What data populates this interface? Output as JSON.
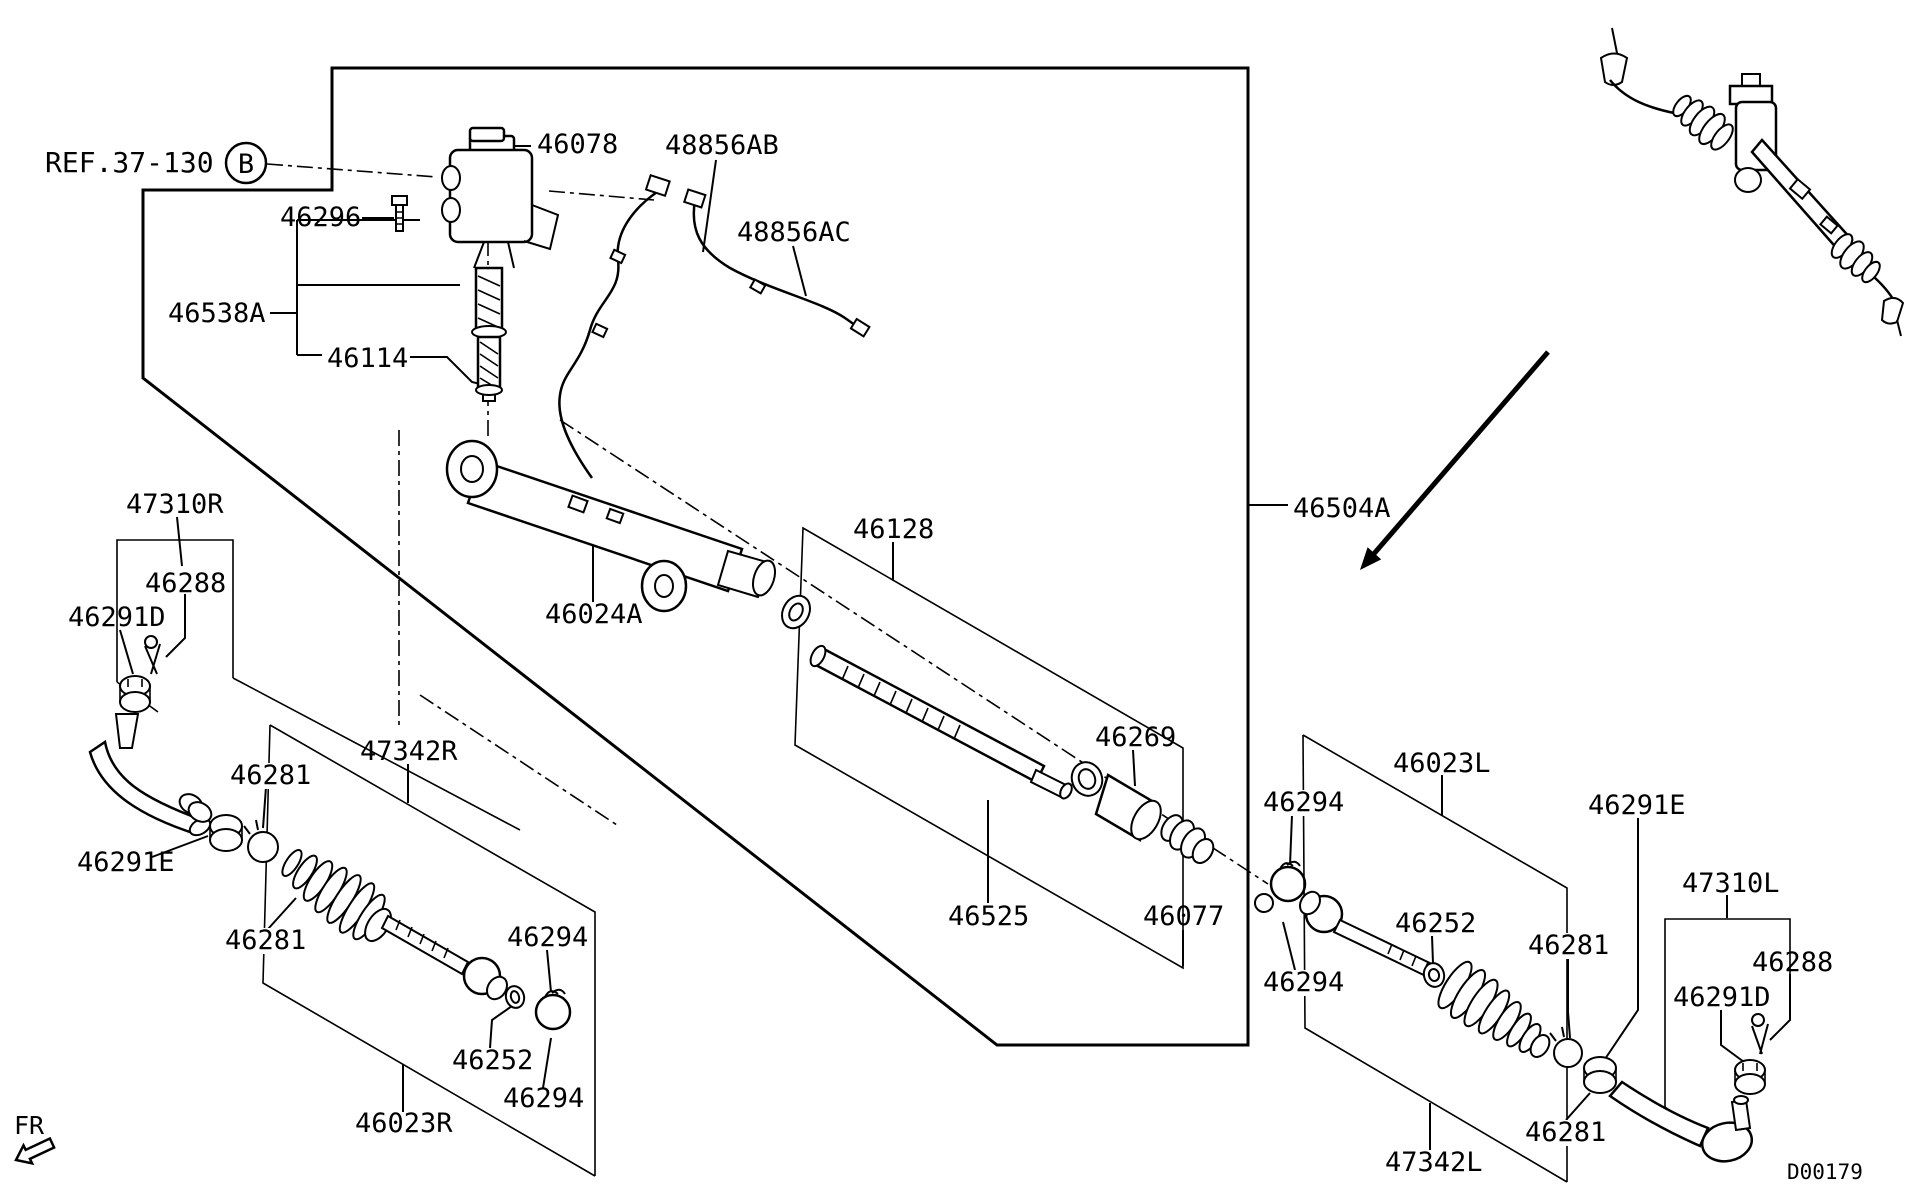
{
  "doc": {
    "type": "parts-catalog-exploded-diagram",
    "subject": "power steering gear box and linkage",
    "diagram_code": "D00179",
    "front_marker": "FR",
    "reference_note": "REF.37-130",
    "reference_detail": "B"
  },
  "callouts": {
    "ref": "REF.37-130",
    "ref_detail": "B",
    "c46078": "46078",
    "c48856AB": "48856AB",
    "c48856AC": "48856AC",
    "c46296": "46296",
    "c46538A": "46538A",
    "c46114": "46114",
    "c47310R": "47310R",
    "c46288_left": "46288",
    "c46291D_left": "46291D",
    "c46291E_left": "46291E",
    "c46281_left_clamp": "46281",
    "c47342R": "47342R",
    "c46281_left_boot": "46281",
    "c46294_left_upper": "46294",
    "c46252_left": "46252",
    "c46294_left_lower": "46294",
    "c46023R": "46023R",
    "c46024A": "46024A",
    "c46128": "46128",
    "c46269": "46269",
    "c46525": "46525",
    "c46077": "46077",
    "c46504A": "46504A",
    "c46294_right_upper": "46294",
    "c46023L": "46023L",
    "c46291E_right": "46291E",
    "c47310L": "47310L",
    "c46288_right": "46288",
    "c46291D_right": "46291D",
    "c46252_right": "46252",
    "c46281_right_clamp": "46281",
    "c46294_right_lower": "46294",
    "c47342L": "47342L",
    "c46281_right_nut": "46281",
    "fr": "FR",
    "code": "D00179"
  }
}
